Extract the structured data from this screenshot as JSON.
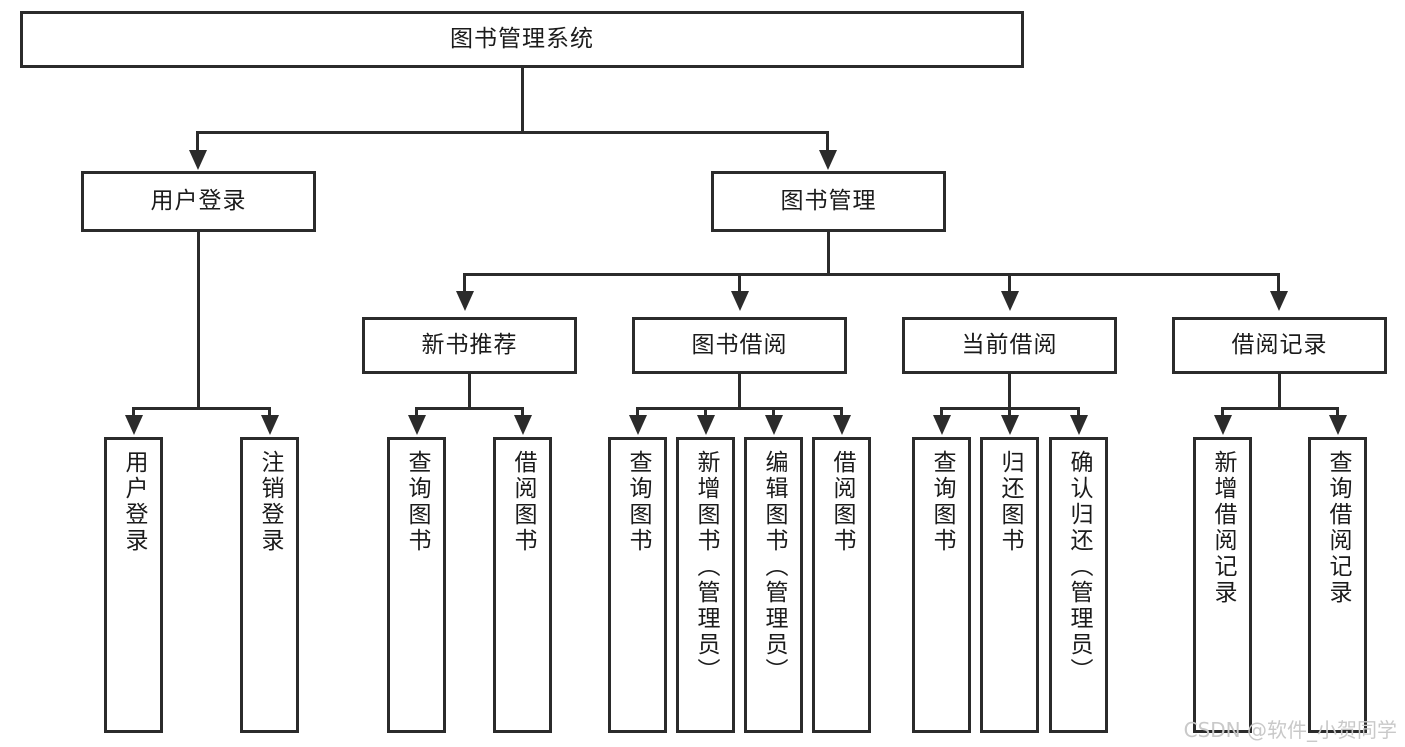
{
  "diagram": {
    "type": "tree",
    "title": "图书管理系统",
    "root": {
      "id": "root",
      "label": "图书管理系统"
    },
    "level2": [
      {
        "id": "user-login",
        "label": "用户登录"
      },
      {
        "id": "book-management",
        "label": "图书管理"
      }
    ],
    "level3": [
      {
        "id": "new-book-recommend",
        "label": "新书推荐"
      },
      {
        "id": "book-borrow",
        "label": "图书借阅"
      },
      {
        "id": "current-borrow",
        "label": "当前借阅"
      },
      {
        "id": "borrow-record",
        "label": "借阅记录"
      }
    ],
    "leaves": {
      "user_login": [
        {
          "id": "leaf-user-login",
          "label": "用户登录"
        },
        {
          "id": "leaf-logout-login",
          "label": "注销登录"
        }
      ],
      "new_book_recommend": [
        {
          "id": "leaf-query-book-1",
          "label": "查询图书"
        },
        {
          "id": "leaf-borrow-book-1",
          "label": "借阅图书"
        }
      ],
      "book_borrow": [
        {
          "id": "leaf-query-book-2",
          "label": "查询图书"
        },
        {
          "id": "leaf-add-book",
          "label": "新增图书（管理员）"
        },
        {
          "id": "leaf-edit-book",
          "label": "编辑图书（管理员）"
        },
        {
          "id": "leaf-borrow-book-2",
          "label": "借阅图书"
        }
      ],
      "current_borrow": [
        {
          "id": "leaf-query-book-3",
          "label": "查询图书"
        },
        {
          "id": "leaf-return-book",
          "label": "归还图书"
        },
        {
          "id": "leaf-confirm-return",
          "label": "确认归还（管理员）"
        }
      ],
      "borrow_record": [
        {
          "id": "leaf-add-record",
          "label": "新增借阅记录"
        },
        {
          "id": "leaf-query-record",
          "label": "查询借阅记录"
        }
      ]
    }
  },
  "watermark": {
    "text": "CSDN @软件_小贺同学"
  },
  "colors": {
    "stroke": "#2b2b2b",
    "fill": "#ffffff",
    "text": "#1b1b1b",
    "watermark": "#c9c9c9"
  }
}
